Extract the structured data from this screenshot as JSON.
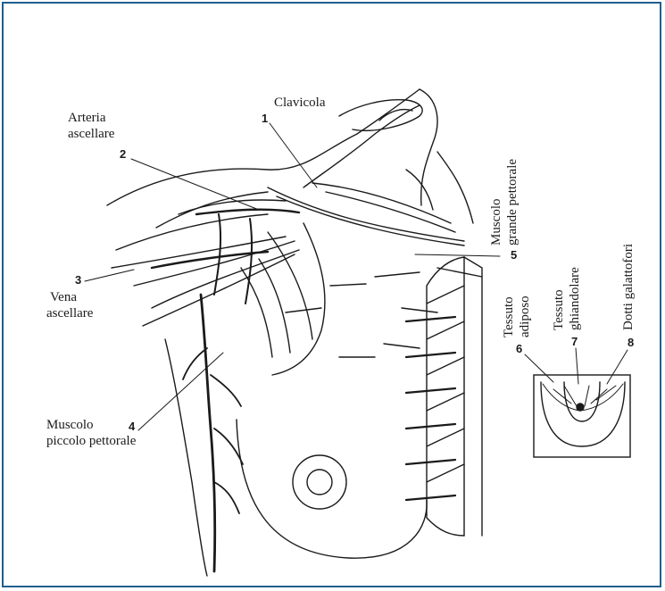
{
  "labels": {
    "clavicola": "Clavicola",
    "arteria_ascellare_1": "Arteria",
    "arteria_ascellare_2": "ascellare",
    "vena_ascellare_1": "Vena",
    "vena_ascellare_2": "ascellare",
    "muscolo_piccolo_1": "Muscolo",
    "muscolo_piccolo_2": "piccolo pettorale",
    "muscolo_grande_1": "Muscolo",
    "muscolo_grande_2": "grande pettorale",
    "tessuto_adiposo_1": "Tessuto",
    "tessuto_adiposo_2": "adiposo",
    "tessuto_ghiandolare_1": "Tessuto",
    "tessuto_ghiandolare_2": "ghiandolare",
    "dotti_galattofori": "Dotti galattofori"
  },
  "numbers": {
    "n1": "1",
    "n2": "2",
    "n3": "3",
    "n4": "4",
    "n5": "5",
    "n6": "6",
    "n7": "7",
    "n8": "8"
  },
  "colors": {
    "frame": "#1f5f8f",
    "ink": "#1a1a1a"
  }
}
